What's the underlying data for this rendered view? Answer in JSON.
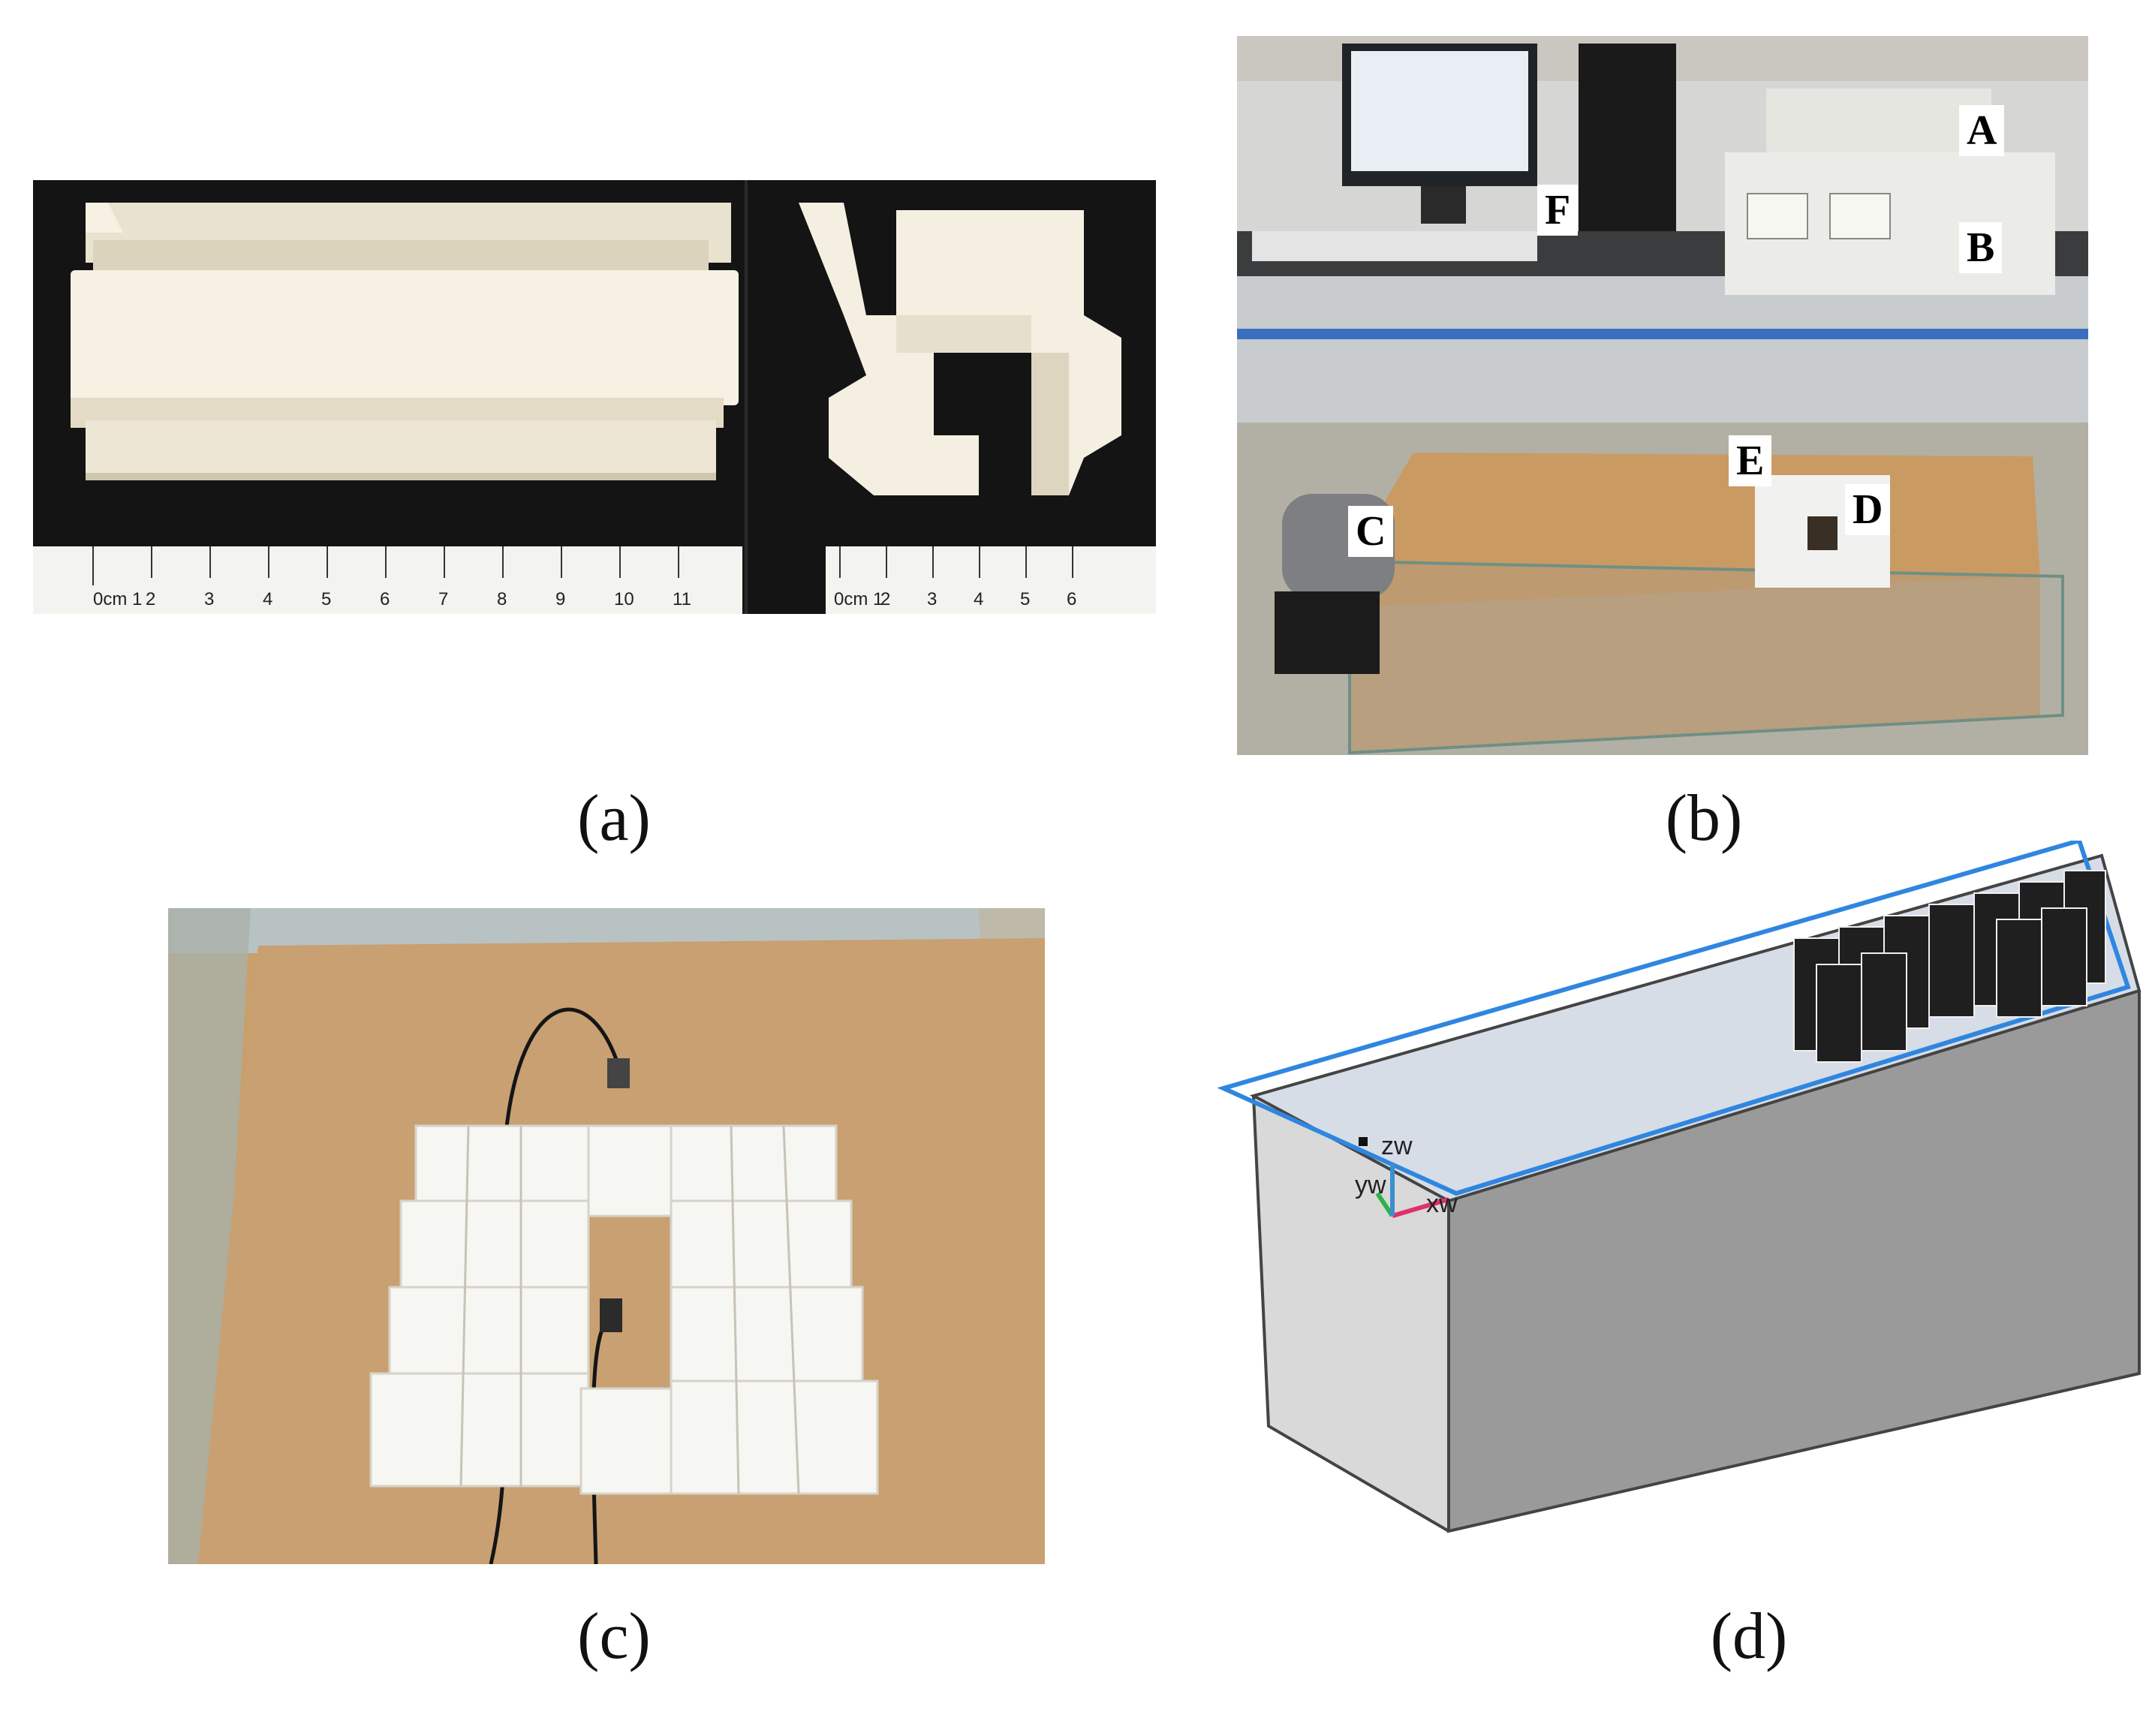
{
  "captions": {
    "a": "(a)",
    "b": "(b)",
    "c": "(c)",
    "d": "(d)"
  },
  "panel_a": {
    "ruler_left": [
      "0cm 1",
      "2",
      "3",
      "4",
      "5",
      "6",
      "7",
      "8",
      "9",
      "10",
      "11"
    ],
    "ruler_right": [
      "0cm 1",
      "2",
      "3",
      "4",
      "5",
      "6"
    ]
  },
  "panel_b": {
    "labels": {
      "A": "A",
      "B": "B",
      "C": "C",
      "D": "D",
      "E": "E",
      "F": "F"
    }
  },
  "panel_d": {
    "axes": {
      "z": "zw",
      "y": "yw",
      "x": "xw"
    }
  },
  "colors": {
    "background_dark": "#141414",
    "specimen": "#f4efe0",
    "sand": "#c89a66",
    "plane_outline": "#2f86e0",
    "box_light": "#d9d9d9",
    "box_dark": "#9a9a9a",
    "axis_x": "#e0306a",
    "axis_y": "#2bb34a",
    "axis_z": "#3a8fd0"
  }
}
